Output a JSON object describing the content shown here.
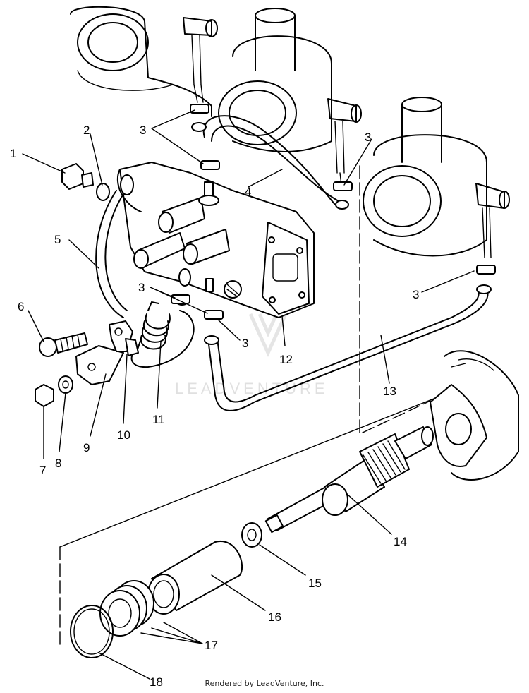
{
  "callouts": {
    "c1": "1",
    "c2": "2",
    "c3": "3",
    "c4": "4",
    "c5": "5",
    "c6": "6",
    "c7": "7",
    "c8": "8",
    "c9": "9",
    "c10": "10",
    "c11": "11",
    "c12": "12",
    "c13": "13",
    "c14": "14",
    "c15": "15",
    "c16": "16",
    "c17": "17",
    "c18": "18"
  },
  "watermark": {
    "text": "LEADVENTURE"
  },
  "footer": {
    "credit": "Rendered by LeadVenture, Inc."
  }
}
